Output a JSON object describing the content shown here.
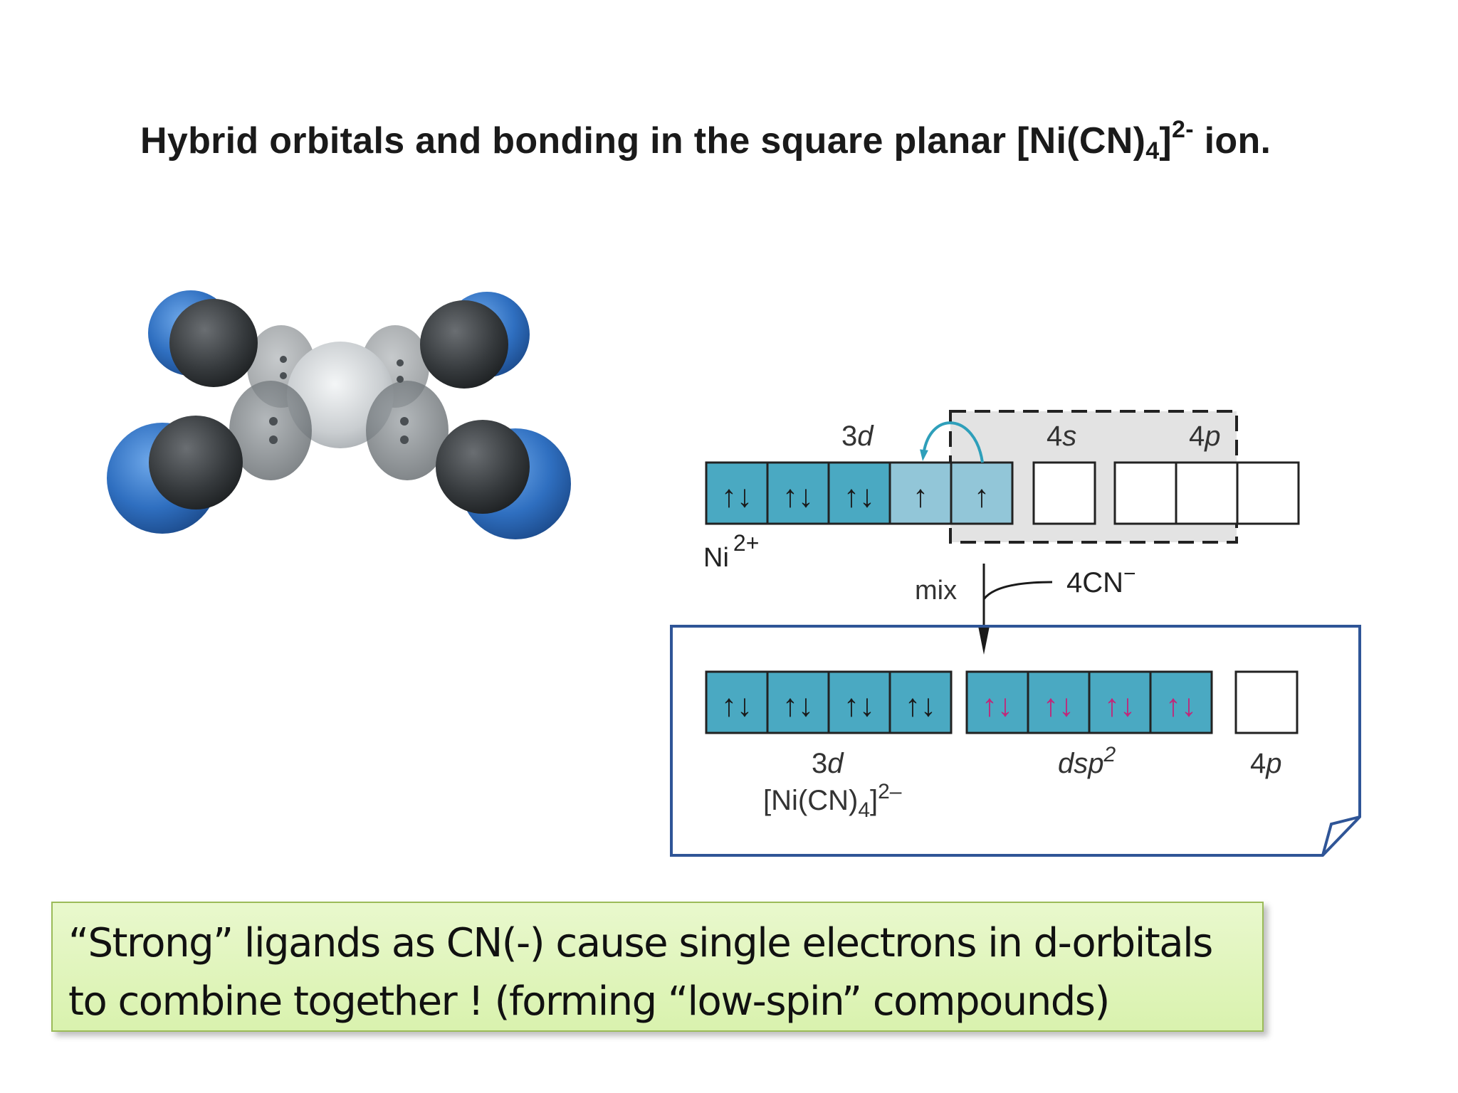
{
  "title": {
    "text": "Hybrid orbitals and bonding in the square planar [Ni(CN)",
    "subscript": "4",
    "bracket": "]",
    "superscript": "2-",
    "suffix": " ion."
  },
  "molecule": {
    "colors": {
      "nitrogen": "#3a78c4",
      "carbon": "#3c3f42",
      "nickel": "#d6dadd"
    }
  },
  "diagram": {
    "top": {
      "label_3d_main": "3",
      "label_3d_italic": "d",
      "label_4s_main": "4",
      "label_4s_italic": "s",
      "label_4p_main": "4",
      "label_4p_italic": "p",
      "ion_label": "Ni",
      "ion_charge": "2+",
      "boxes": [
        "↑↓",
        "↑↓",
        "↑↓",
        "↑",
        "↑"
      ],
      "empty_boxes": [
        "",
        "",
        "",
        ""
      ]
    },
    "mix_label": "mix",
    "ligand_label": "4CN",
    "ligand_charge": "−",
    "bottom": {
      "d_boxes": [
        "↑↓",
        "↑↓",
        "↑↓",
        "↑↓"
      ],
      "hybrid_boxes": [
        "↑↓",
        "↑↓",
        "↑↓",
        "↑↓"
      ],
      "label_3d_main": "3",
      "label_3d_italic": "d",
      "label_dsp": "dsp",
      "label_dsp_sup": "2",
      "label_4p_main": "4",
      "label_4p_italic": "p",
      "complex_label": "[Ni(CN)",
      "complex_sub": "4",
      "complex_bracket": "]",
      "complex_charge": "2–"
    },
    "colors": {
      "box_fill": "#4aa9c2",
      "box_fill_light": "#92c6d8",
      "hybrid_arrow": "#c0287a",
      "curved_arrow": "#2e9fba",
      "frame": "#2f5597"
    }
  },
  "caption": {
    "line1": "“Strong” ligands as CN(-) cause single electrons in d-orbitals",
    "line2": "to combine together !  (forming “low-spin” compounds)"
  }
}
